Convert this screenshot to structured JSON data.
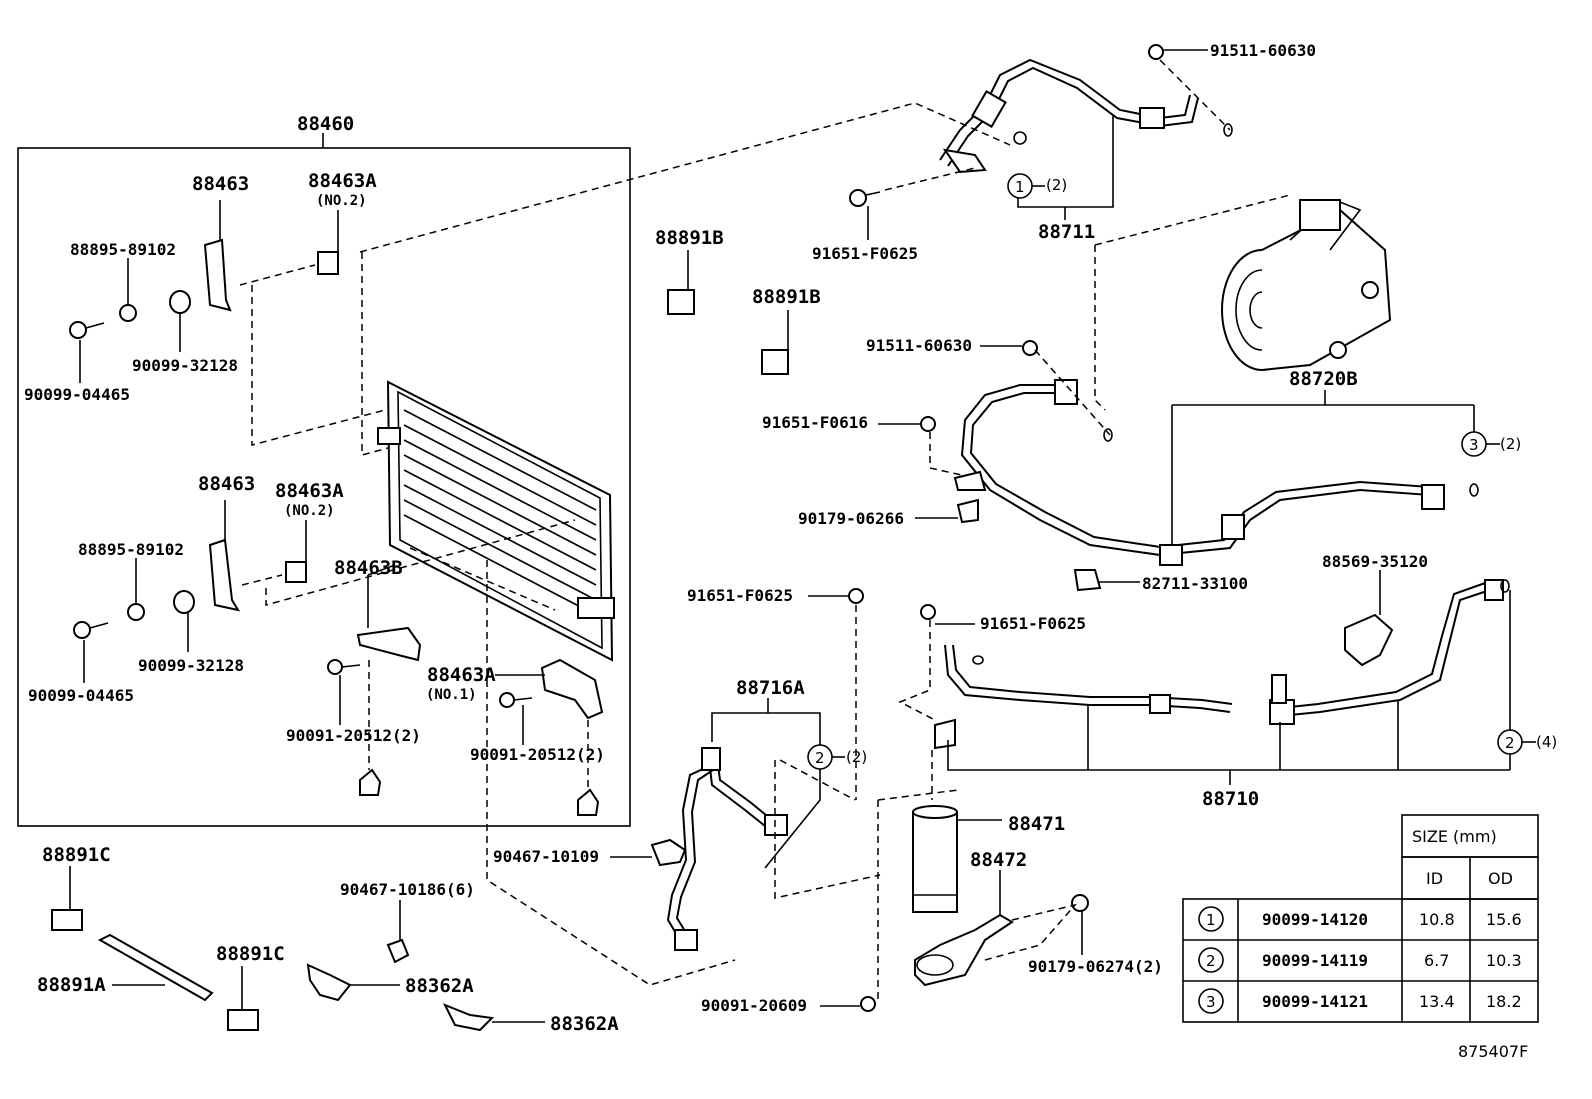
{
  "assembly_label": "88460",
  "parts": {
    "p88463_top": "88463",
    "p88463A_top": "88463A",
    "no2_top": "(NO.2)",
    "p88895_top": "88895-89102",
    "p90099_32128_top": "90099-32128",
    "p90099_04465_top": "90099-04465",
    "p88463_bot": "88463",
    "p88463A_bot": "88463A",
    "no2_bot": "(NO.2)",
    "p88895_bot": "88895-89102",
    "p90099_32128_bot": "90099-32128",
    "p90099_04465_bot": "90099-04465",
    "p88463B": "88463B",
    "p88463A_no1": "88463A",
    "no1": "(NO.1)",
    "p90091_20512_a": "90091-20512(2)",
    "p90091_20512_b": "90091-20512(2)",
    "p88891B_a": "88891B",
    "p88891B_b": "88891B",
    "p91511_60630_top": "91511-60630",
    "p91651_F0625_top": "91651-F0625",
    "p88711": "88711",
    "circle1_qty": "(2)",
    "p91511_60630_mid": "91511-60630",
    "p88720B": "88720B",
    "circle3_qty": "(2)",
    "p91651_F0616": "91651-F0616",
    "p90179_06266": "90179-06266",
    "p82711_33100": "82711-33100",
    "p88569_35120": "88569-35120",
    "p91651_F0625_a": "91651-F0625",
    "p91651_F0625_b": "91651-F0625",
    "p88716A": "88716A",
    "circle2a_qty": "(2)",
    "p88710": "88710",
    "circle2b_qty": "(4)",
    "p90467_10109": "90467-10109",
    "p88471": "88471",
    "p88472": "88472",
    "p90467_10186": "90467-10186(6)",
    "p88891C_a": "88891C",
    "p88891C_b": "88891C",
    "p88891A": "88891A",
    "p88362A_a": "88362A",
    "p88362A_b": "88362A",
    "p90179_06274": "90179-06274(2)",
    "p90091_20609": "90091-20609"
  },
  "circle_numbers": [
    "1",
    "2",
    "3"
  ],
  "size_table": {
    "header": "SIZE (mm)",
    "col_id": "ID",
    "col_od": "OD",
    "rows": [
      {
        "no": "1",
        "part": "90099-14120",
        "id": "10.8",
        "od": "15.6"
      },
      {
        "no": "2",
        "part": "90099-14119",
        "id": "6.7",
        "od": "10.3"
      },
      {
        "no": "3",
        "part": "90099-14121",
        "id": "13.4",
        "od": "18.2"
      }
    ]
  },
  "figure_id": "875407F"
}
